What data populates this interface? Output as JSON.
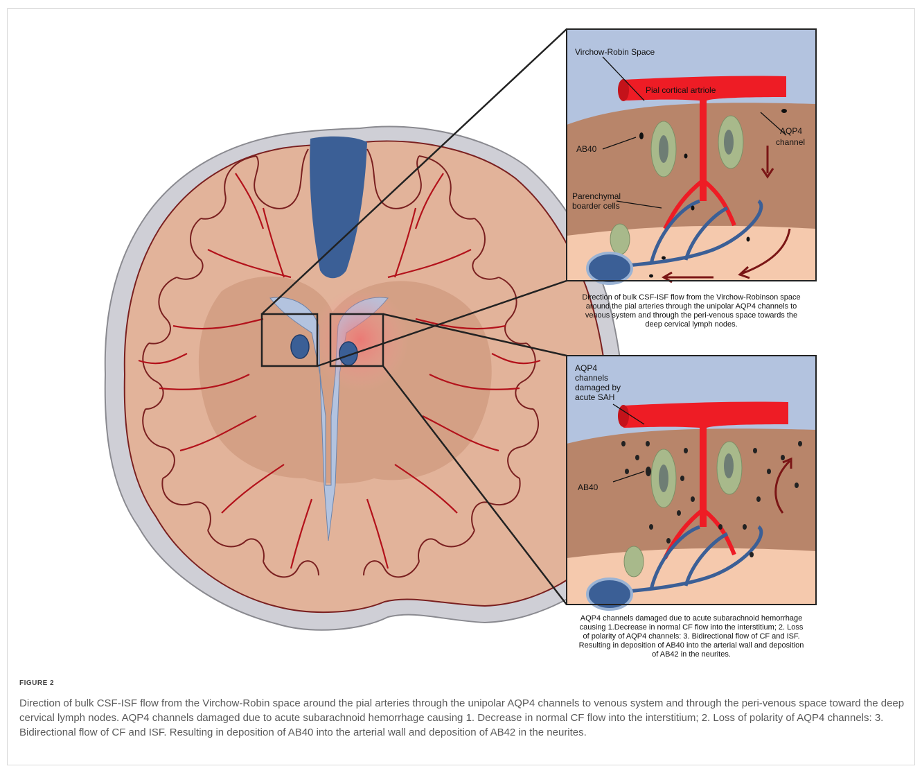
{
  "top_panel": {
    "label_vrs": "Virchow-Robin Space",
    "label_artriole": "Pial cortical artriole",
    "label_ab40": "AB40",
    "label_aqp4_line1": "AQP4",
    "label_aqp4_line2": "channel",
    "label_pbc_line1": "Parenchymal",
    "label_pbc_line2": "boarder cells",
    "caption_lines": [
      "Direction of bulk CSF-ISF flow from the Virchow-Robinson space",
      "around the pial arteries through the unipolar AQP4 channels to",
      "venous system and through the peri-venous space towards the",
      "deep cervical lymph nodes."
    ]
  },
  "bottom_panel": {
    "label_damaged_lines": [
      "AQP4",
      "channels",
      "damaged by",
      "acute SAH"
    ],
    "label_ab40": "AB40",
    "caption_lines": [
      "AQP4 channels damaged due to acute subarachnoid hemorrhage",
      "causing 1.Decrease in normal CF flow into the interstitium; 2. Loss",
      "of polarity of AQP4 channels: 3. Bidirectional flow of CF and ISF.",
      "Resulting in deposition of AB40 into the arterial wall and deposition",
      "of AB42 in the neurites."
    ]
  },
  "figure": {
    "label": "FIGURE 2",
    "caption": "Direction of bulk CSF-ISF flow from the Virchow-Robin space around the pial arteries through the unipolar AQP4 channels to venous system and through the peri-venous space toward the deep cervical lymph nodes. AQP4 channels damaged due to acute subarachnoid hemorrhage causing 1. Decrease in normal CF flow into the interstitium; 2. Loss of polarity of AQP4 channels: 3. Bidirectional flow of CF and ISF. Resulting in deposition of AB40 into the arterial wall and deposition of AB42 in the neurites."
  },
  "colors": {
    "csf_blue": "#b3c3df",
    "cortex_brown": "#b8856a",
    "brain_pink": "#e2b39a",
    "artery_red": "#ee1c25",
    "vein_blue": "#3b5f96",
    "astrocyte_green": "#a8b98b",
    "hemorrhage_pink": "#f08080"
  }
}
